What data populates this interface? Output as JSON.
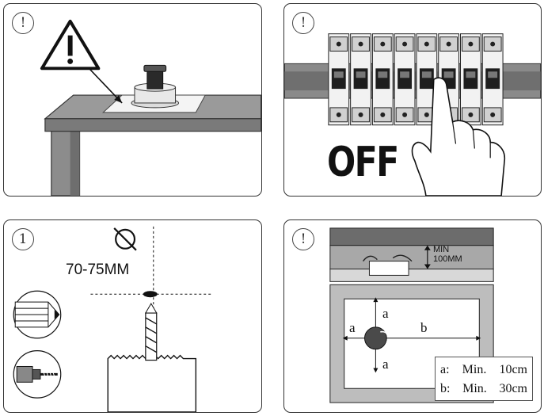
{
  "panels": {
    "warning_table": {
      "badge": "!"
    },
    "breaker": {
      "badge": "!",
      "status_text": "OFF"
    },
    "cutout": {
      "badge": "1",
      "diameter_symbol": "Ø",
      "diameter_range": "70-75MM"
    },
    "clearance": {
      "badge": "!",
      "min_label_line1": "MIN",
      "min_label_line2": "100MM",
      "dim_a": "a",
      "dim_b": "b",
      "legend": [
        {
          "key": "a:",
          "word": "Min.",
          "value": "10cm"
        },
        {
          "key": "b:",
          "word": "Min.",
          "value": "30cm"
        }
      ]
    }
  },
  "icons": [
    "warning-triangle-icon",
    "pencil-icon",
    "drill-icon",
    "hand-icon",
    "hole-saw-icon"
  ]
}
